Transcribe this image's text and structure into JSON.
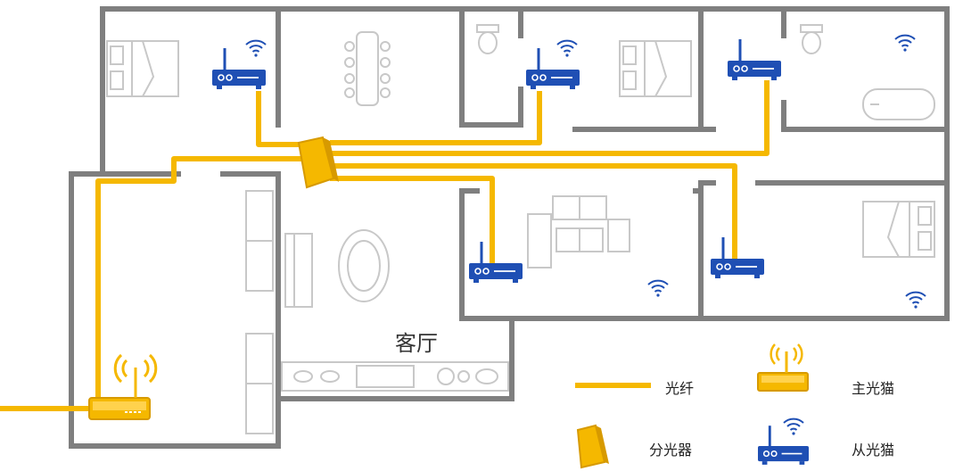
{
  "room_label": "客厅",
  "legend": {
    "fiber": "光纤",
    "main_modem": "主光猫",
    "splitter": "分光器",
    "sub_modem": "从光猫"
  },
  "colors": {
    "fiber": "#F5B800",
    "wall": "#7F7F7F",
    "router": "#1F4FB4",
    "furniture": "#C8C8C8",
    "splitter_fill": "#F5B800",
    "splitter_edge": "#D79A00"
  },
  "icons": {
    "sub_modem": "wifi-router-icon",
    "main_modem": "main-optical-modem-icon",
    "splitter": "optical-splitter-icon",
    "wifi": "wifi-signal-icon"
  }
}
